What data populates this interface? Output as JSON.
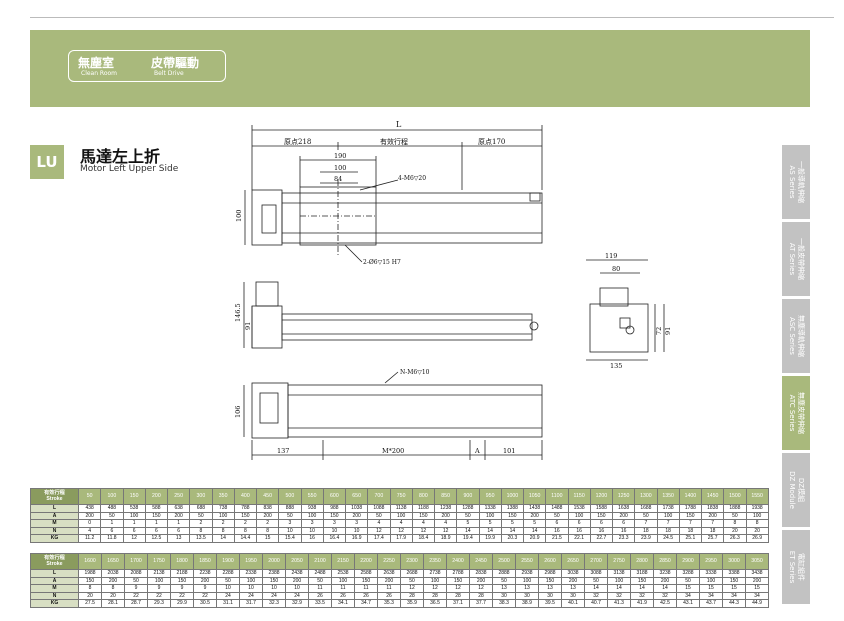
{
  "header": {
    "badge_zh_1": "無塵室",
    "badge_en_1": "Clean Room",
    "badge_zh_2": "皮帶驅動",
    "badge_en_2": "Belt Drive"
  },
  "model": {
    "code": "LU",
    "title_zh": "馬達左上折",
    "title_en": "Motor Left Upper Side"
  },
  "side_tabs": [
    {
      "zh": "一般導軌伸縮",
      "en": "AS Series",
      "active": false
    },
    {
      "zh": "一般皮帶伸縮",
      "en": "AT Series",
      "active": false
    },
    {
      "zh": "無塵導軌伸縮",
      "en": "ASC Series",
      "active": false
    },
    {
      "zh": "無塵皮帶伸縮",
      "en": "ATC Series",
      "active": true
    },
    {
      "zh": "DZ模組",
      "en": "DZ Module",
      "active": false
    },
    {
      "zh": "電缸組件",
      "en": "ET Series",
      "active": false
    }
  ],
  "drawing": {
    "L": "L",
    "origin_left": "原点218",
    "stroke": "有效行程",
    "origin_right": "原点170",
    "d190": "190",
    "d100": "100",
    "d84": "84",
    "screw_top": "4-M6▽20",
    "pin": "2-Ø6▽15 H7",
    "h100": "100",
    "h146": "146.5",
    "h91": "91",
    "w119": "119",
    "w80": "80",
    "h72": "72",
    "h91b": "91",
    "w135": "135",
    "nscrew": "N-M6▽10",
    "h106": "106",
    "d137": "137",
    "m200": "M*200",
    "dA": "A",
    "d101": "101"
  },
  "tables": [
    {
      "head_label_zh": "有效行程",
      "head_label_en": "Stroke",
      "strokes": [
        "50",
        "100",
        "150",
        "200",
        "250",
        "300",
        "350",
        "400",
        "450",
        "500",
        "550",
        "600",
        "650",
        "700",
        "750",
        "800",
        "850",
        "900",
        "950",
        "1000",
        "1050",
        "1100",
        "1150",
        "1200",
        "1250",
        "1300",
        "1350",
        "1400",
        "1450",
        "1500",
        "1550"
      ],
      "rows": [
        {
          "label": "L",
          "values": [
            "438",
            "488",
            "538",
            "588",
            "638",
            "688",
            "738",
            "788",
            "838",
            "888",
            "938",
            "988",
            "1038",
            "1088",
            "1138",
            "1188",
            "1238",
            "1288",
            "1338",
            "1388",
            "1438",
            "1488",
            "1538",
            "1588",
            "1638",
            "1688",
            "1738",
            "1788",
            "1838",
            "1888",
            "1938"
          ]
        },
        {
          "label": "A",
          "values": [
            "200",
            "50",
            "100",
            "150",
            "200",
            "50",
            "100",
            "150",
            "200",
            "50",
            "100",
            "150",
            "200",
            "50",
            "100",
            "150",
            "200",
            "50",
            "100",
            "150",
            "200",
            "50",
            "100",
            "150",
            "200",
            "50",
            "100",
            "150",
            "200",
            "50",
            "100"
          ]
        },
        {
          "label": "M",
          "values": [
            "0",
            "1",
            "1",
            "1",
            "1",
            "2",
            "2",
            "2",
            "2",
            "3",
            "3",
            "3",
            "3",
            "4",
            "4",
            "4",
            "4",
            "5",
            "5",
            "5",
            "5",
            "6",
            "6",
            "6",
            "6",
            "7",
            "7",
            "7",
            "7",
            "8",
            "8"
          ]
        },
        {
          "label": "N",
          "values": [
            "4",
            "6",
            "6",
            "6",
            "6",
            "8",
            "8",
            "8",
            "8",
            "10",
            "10",
            "10",
            "10",
            "12",
            "12",
            "12",
            "12",
            "14",
            "14",
            "14",
            "14",
            "16",
            "16",
            "16",
            "16",
            "18",
            "18",
            "18",
            "18",
            "20",
            "20"
          ]
        },
        {
          "label": "KG",
          "values": [
            "11.2",
            "11.8",
            "12",
            "12.5",
            "13",
            "13.5",
            "14",
            "14.4",
            "15",
            "15.4",
            "16",
            "16.4",
            "16.9",
            "17.4",
            "17.9",
            "18.4",
            "18.9",
            "19.4",
            "19.9",
            "20.3",
            "20.9",
            "21.5",
            "22.1",
            "22.7",
            "23.3",
            "23.9",
            "24.5",
            "25.1",
            "25.7",
            "26.3",
            "26.9"
          ]
        }
      ]
    },
    {
      "head_label_zh": "有效行程",
      "head_label_en": "Stroke",
      "strokes": [
        "1600",
        "1650",
        "1700",
        "1750",
        "1800",
        "1850",
        "1900",
        "1950",
        "2000",
        "2050",
        "2100",
        "2150",
        "2200",
        "2250",
        "2300",
        "2350",
        "2400",
        "2450",
        "2500",
        "2550",
        "2600",
        "2650",
        "2700",
        "2750",
        "2800",
        "2850",
        "2900",
        "2950",
        "3000",
        "3050"
      ],
      "rows": [
        {
          "label": "L",
          "values": [
            "1988",
            "2038",
            "2088",
            "2138",
            "2188",
            "2238",
            "2288",
            "2338",
            "2388",
            "2438",
            "2488",
            "2538",
            "2588",
            "2638",
            "2688",
            "2738",
            "2788",
            "2838",
            "2888",
            "2938",
            "2988",
            "3038",
            "3088",
            "3138",
            "3188",
            "3238",
            "3288",
            "3338",
            "3388",
            "3438"
          ]
        },
        {
          "label": "A",
          "values": [
            "150",
            "200",
            "50",
            "100",
            "150",
            "200",
            "50",
            "100",
            "150",
            "200",
            "50",
            "100",
            "150",
            "200",
            "50",
            "100",
            "150",
            "200",
            "50",
            "100",
            "150",
            "200",
            "50",
            "100",
            "150",
            "200",
            "50",
            "100",
            "150",
            "200"
          ]
        },
        {
          "label": "M",
          "values": [
            "8",
            "8",
            "9",
            "9",
            "9",
            "9",
            "10",
            "10",
            "10",
            "10",
            "11",
            "11",
            "11",
            "11",
            "12",
            "12",
            "12",
            "12",
            "13",
            "13",
            "13",
            "13",
            "14",
            "14",
            "14",
            "14",
            "15",
            "15",
            "15",
            "15"
          ]
        },
        {
          "label": "N",
          "values": [
            "20",
            "20",
            "22",
            "22",
            "22",
            "22",
            "24",
            "24",
            "24",
            "24",
            "26",
            "26",
            "26",
            "26",
            "28",
            "28",
            "28",
            "28",
            "30",
            "30",
            "30",
            "30",
            "32",
            "32",
            "32",
            "32",
            "34",
            "34",
            "34",
            "34"
          ]
        },
        {
          "label": "KG",
          "values": [
            "27.5",
            "28.1",
            "28.7",
            "29.3",
            "29.9",
            "30.5",
            "31.1",
            "31.7",
            "32.3",
            "32.9",
            "33.5",
            "34.1",
            "34.7",
            "35.3",
            "35.9",
            "36.5",
            "37.1",
            "37.7",
            "38.3",
            "38.9",
            "39.5",
            "40.1",
            "40.7",
            "41.3",
            "41.9",
            "42.5",
            "43.1",
            "43.7",
            "44.3",
            "44.9"
          ]
        }
      ]
    }
  ]
}
